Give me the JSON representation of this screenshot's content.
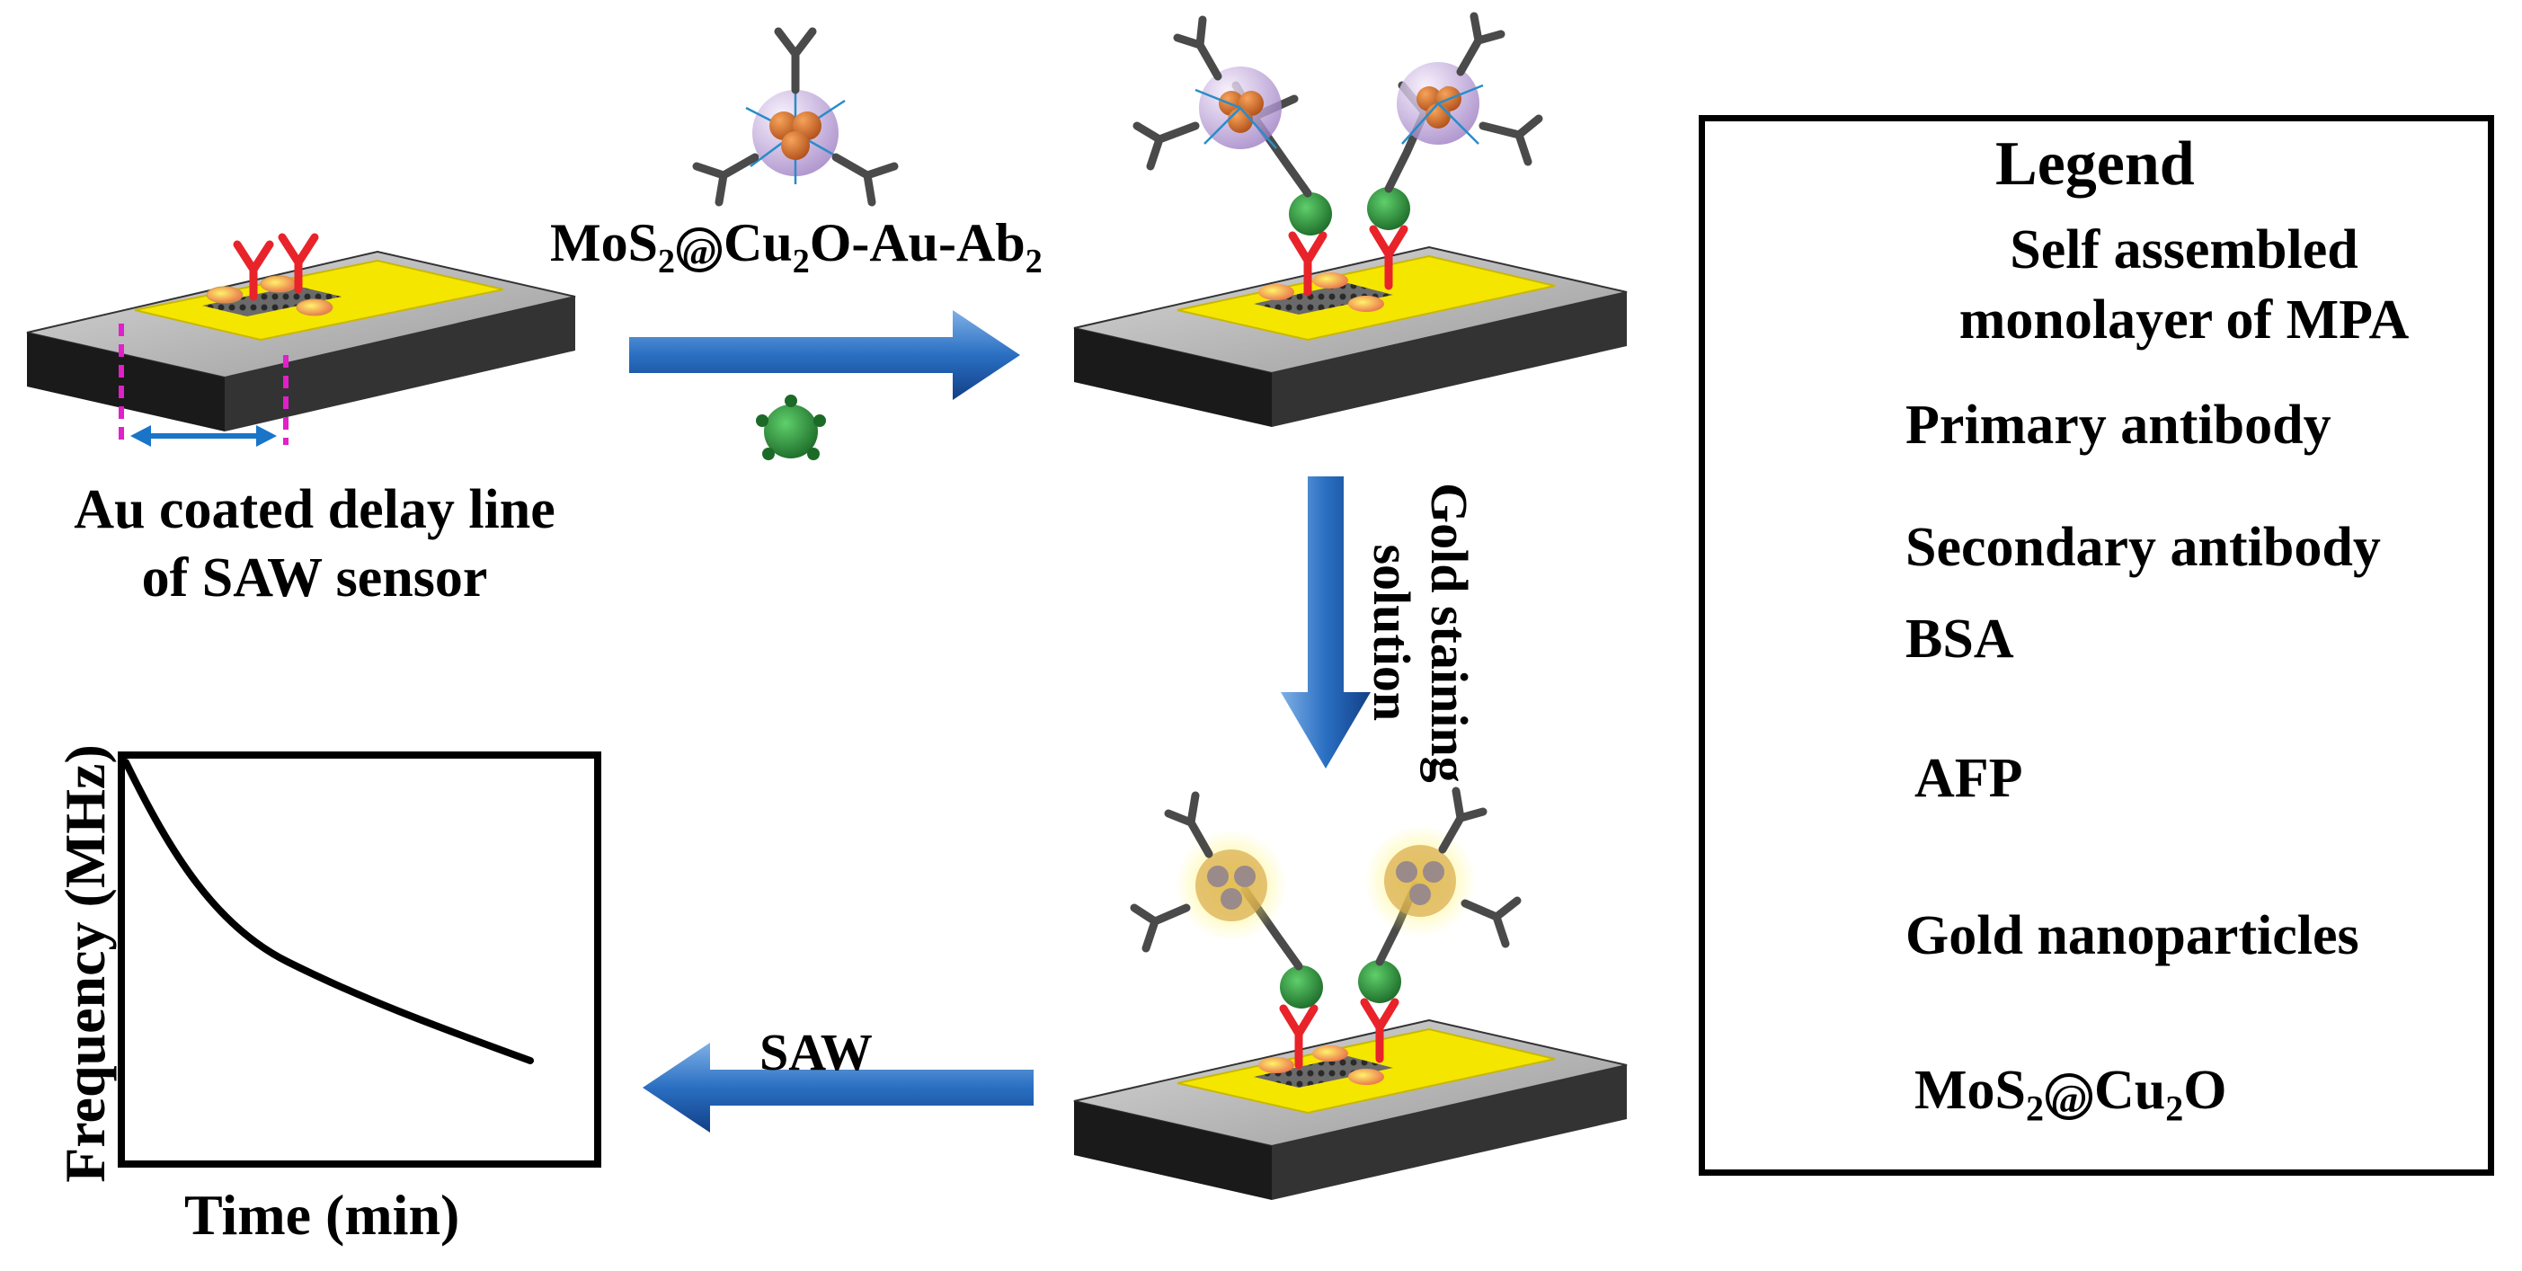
{
  "steps": {
    "sensor_label_line1": "Au coated delay line",
    "sensor_label_line2": "of SAW sensor",
    "reagent_prefix": "MoS",
    "reagent_sub1": "2",
    "reagent_at": "@",
    "reagent_cu": "Cu",
    "reagent_sub2": "2",
    "reagent_mid": "O-Au-Ab",
    "reagent_sub3": "2",
    "stain_line1": "Gold staining",
    "stain_line2": "solution",
    "saw_label": "SAW"
  },
  "graph": {
    "ylabel": "Frequency (MHz)",
    "xlabel": "Time (min)"
  },
  "legend": {
    "title": "Legend",
    "sam_line1": "Self assembled",
    "sam_line2": "monolayer of MPA",
    "primary": "Primary antibody",
    "secondary": "Secondary antibody",
    "bsa": "BSA",
    "afp": "AFP",
    "gold": "Gold nanoparticles",
    "composite_prefix": "MoS",
    "composite_sub1": "2",
    "composite_at": "@",
    "composite_cu": "Cu",
    "composite_sub2": "2",
    "composite_suffix": "O"
  },
  "colors": {
    "primary_antibody": "#e8232a",
    "secondary_antibody": "#4a4a4a",
    "gold_film": "#f5e600",
    "arrow_blue": "#1f5fae",
    "afp_green": "#2e8b3a",
    "marker_magenta": "#e020c8",
    "gold_np": "#d4b8e8"
  }
}
